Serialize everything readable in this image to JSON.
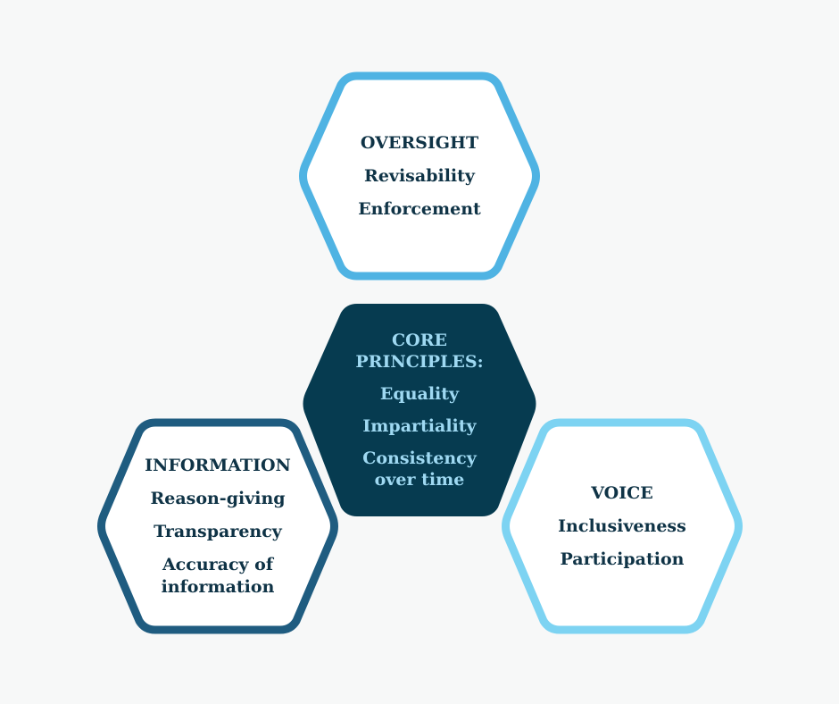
{
  "colors": {
    "background": "#f7f8f8",
    "oversight": "#4fb3e3",
    "information": "#1f5c80",
    "voice": "#7dd3f2",
    "core_fill": "#063b50",
    "core_text": "#9fd9f2",
    "outline_text": "#0f3346",
    "hex_fill": "#ffffff"
  },
  "oversight": {
    "title": "OVERSIGHT",
    "items": [
      "Revisability",
      "Enforcement"
    ]
  },
  "core": {
    "title": "CORE\nPRINCIPLES:",
    "items": [
      "Equality",
      "Impartiality",
      "Consistency\nover time"
    ]
  },
  "information": {
    "title": "INFORMATION",
    "items": [
      "Reason-giving",
      "Transparency",
      "Accuracy of\ninformation"
    ]
  },
  "voice": {
    "title": "VOICE",
    "items": [
      "Inclusiveness",
      "Participation"
    ]
  }
}
